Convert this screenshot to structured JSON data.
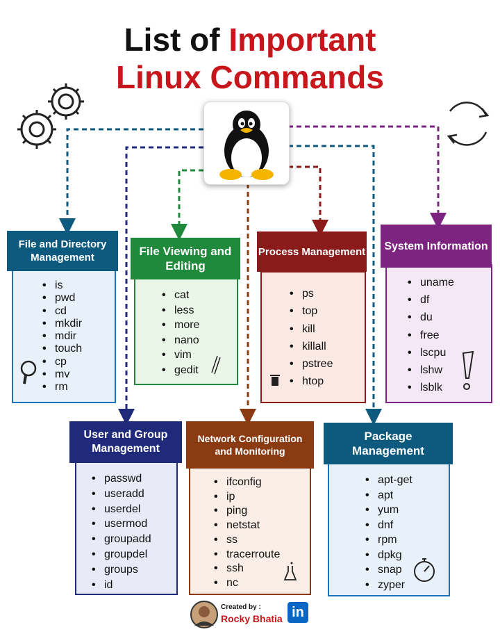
{
  "title": {
    "line1_black": "List of ",
    "line1_red": "Important",
    "line2": "Linux Commands"
  },
  "colors": {
    "title_red": "#c8161d",
    "file_dir": "#0e5a7e",
    "file_view": "#1f8a3b",
    "process": "#8b1a1a",
    "system": "#7d2481",
    "user": "#1f2b7a",
    "network": "#8b3b12",
    "package": "#0e5a7e"
  },
  "icons": [
    "gears-icon",
    "cycle-arrows-icon",
    "penguin-icon",
    "magnifier-icon",
    "pencil-icon",
    "trash-icon",
    "exclamation-icon",
    "flask-icon",
    "stopwatch-icon",
    "avatar",
    "linkedin-icon"
  ],
  "cards": {
    "file_dir": {
      "title": "File and Directory Management",
      "items": [
        "is",
        "pwd",
        "cd",
        "mkdir",
        "mdir",
        "touch",
        "cp",
        "mv",
        "rm"
      ]
    },
    "file_view": {
      "title": "File Viewing and Editing",
      "items": [
        "cat",
        "less",
        "more",
        "nano",
        "vim",
        "gedit"
      ]
    },
    "process": {
      "title": "Process Management",
      "items": [
        "ps",
        "top",
        "kill",
        "killall",
        "pstree",
        "htop"
      ]
    },
    "system": {
      "title": "System Information",
      "items": [
        "uname",
        "df",
        "du",
        "free",
        "lscpu",
        "lshw",
        "lsblk"
      ]
    },
    "user": {
      "title": "User and Group Management",
      "items": [
        "passwd",
        "useradd",
        "userdel",
        "usermod",
        "groupadd",
        "groupdel",
        "groups",
        "id"
      ]
    },
    "network": {
      "title": "Network Configuration and Monitoring",
      "items": [
        "ifconfig",
        "ip",
        "ping",
        "netstat",
        "ss",
        "tracerroute",
        "ssh",
        "nc"
      ]
    },
    "package": {
      "title": "Package Management",
      "items": [
        "apt-get",
        "apt",
        "yum",
        "dnf",
        "rpm",
        "dpkg",
        "snap",
        "zyper"
      ]
    }
  },
  "credit": {
    "created_by": "Created by :",
    "name": "Rocky Bhatia",
    "linkedin": "in"
  }
}
